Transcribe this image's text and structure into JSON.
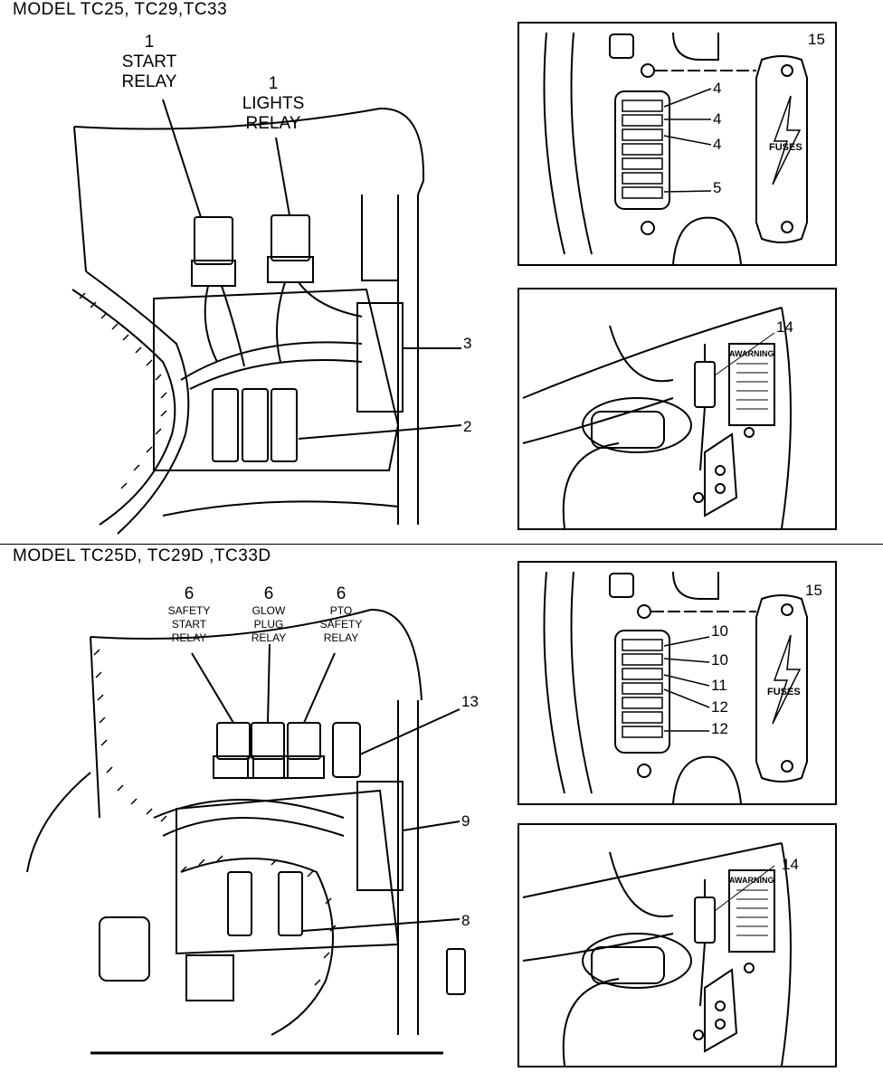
{
  "top_section": {
    "heading": "MODEL   TC25, TC29,TC33",
    "labels": {
      "start_relay": {
        "num": "1",
        "line1": "START",
        "line2": "RELAY"
      },
      "lights_relay": {
        "num": "1",
        "line1": "LIGHTS",
        "line2": "RELAY"
      }
    },
    "callouts": {
      "c3": "3",
      "c2": "2"
    },
    "fuse_panel": {
      "c4a": "4",
      "c4b": "4",
      "c4c": "4",
      "c5": "5",
      "c15": "15",
      "cover_text": "FUSES"
    },
    "solenoid_panel": {
      "c14": "14",
      "warning_text": "AWARNING"
    }
  },
  "bottom_section": {
    "heading": "MODEL  TC25D, TC29D ,TC33D",
    "labels": {
      "safety_start": {
        "num": "6",
        "line1": "SAFETY",
        "line2": "START",
        "line3": "RELAY"
      },
      "glow_plug": {
        "num": "6",
        "line1": "GLOW",
        "line2": "PLUG",
        "line3": "RELAY"
      },
      "pto_safety": {
        "num": "6",
        "line1": "PTO",
        "line2": "SAFETY",
        "line3": "RELAY"
      }
    },
    "callouts": {
      "c13": "13",
      "c9": "9",
      "c8": "8"
    },
    "fuse_panel": {
      "c10a": "10",
      "c10b": "10",
      "c11": "11",
      "c12a": "12",
      "c12b": "12",
      "c15": "15",
      "cover_text": "FUSES"
    },
    "solenoid_panel": {
      "c14": "14",
      "warning_text": "AWARNING"
    }
  }
}
